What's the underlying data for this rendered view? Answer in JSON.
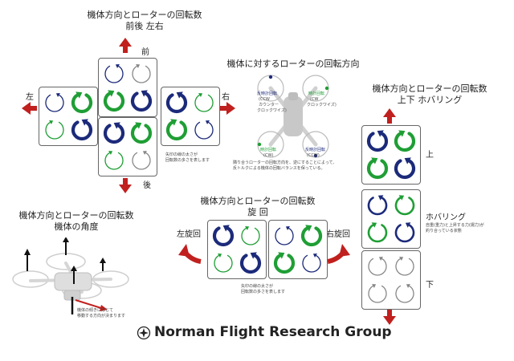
{
  "colors": {
    "blue": "#1c2a7a",
    "green": "#1f9e35",
    "red": "#c0201e",
    "gray": "#888888"
  },
  "section_fb": {
    "title": "機体方向とローターの回転数",
    "subtitle": "前後 左右",
    "front": "前",
    "back": "後",
    "left": "左",
    "right": "右",
    "note_line1": "矢印の線の太さが",
    "note_line2": "回転数の多さを表します"
  },
  "section_center": {
    "title": "機体に対するローターの回転方向",
    "rotor_fl_line1": "反時計回転",
    "rotor_fl_line2": "(CCW",
    "rotor_fl_line3": "カウンター",
    "rotor_fl_line4": "クロックワイズ)",
    "rotor_fr_line1": "時計回転",
    "rotor_fr_line2": "(CW",
    "rotor_fr_line3": "クロックワイズ)",
    "rotor_bl_line1": "時計回転",
    "rotor_bl_line2": "(CW)",
    "rotor_br_line1": "反時計回転",
    "rotor_br_line2": "(CCW)",
    "note_line1": "隣り合うローターの回転方向を、逆にすることによって、",
    "note_line2": "反トルクによる機体の回転バランスを保っている。"
  },
  "section_hover": {
    "title": "機体方向とローターの回転数",
    "subtitle": "上下 ホバリング",
    "up": "上",
    "hover": "ホバリング",
    "down": "下",
    "note_line1": "自重(重力)と上昇する力(揚力)が",
    "note_line2": "釣り合っている状態"
  },
  "section_turn": {
    "title": "機体方向とローターの回転数",
    "subtitle": "旋 回",
    "left_turn": "左旋回",
    "right_turn": "右旋回",
    "note_line1": "矢印の線の太さが",
    "note_line2": "回転数の多さを表します"
  },
  "section_angle": {
    "title": "機体方向とローターの回転数",
    "subtitle": "機体の角度",
    "note_line1": "機体の傾きに応じて",
    "note_line2": "移動する方向が決まります"
  },
  "footer": {
    "text": "Norman Flight Research Group"
  }
}
